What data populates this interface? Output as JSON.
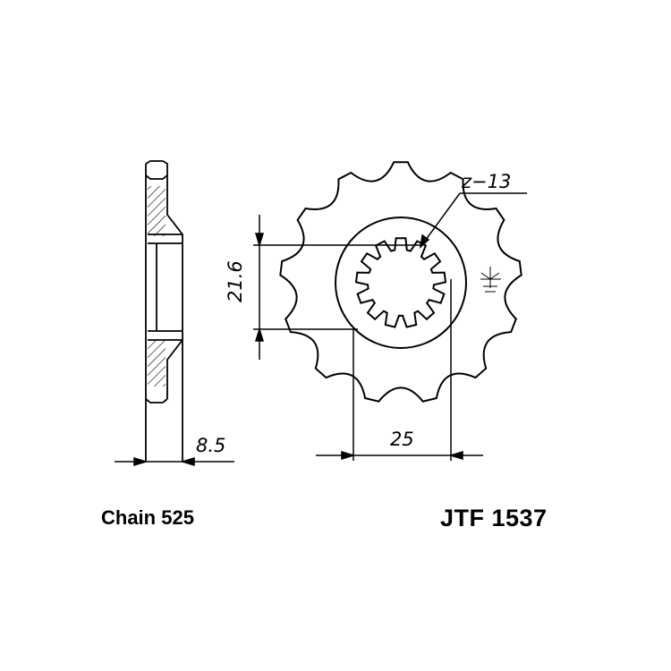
{
  "drawing": {
    "tooth_count_label": "z−13",
    "dim_bore_depth": "21.6",
    "dim_bore_width": "25",
    "dim_thickness": "8.5"
  },
  "footer": {
    "chain": "Chain 525",
    "part_number": "JTF 1537"
  },
  "sprocket": {
    "teeth": 13,
    "splines": 13
  }
}
